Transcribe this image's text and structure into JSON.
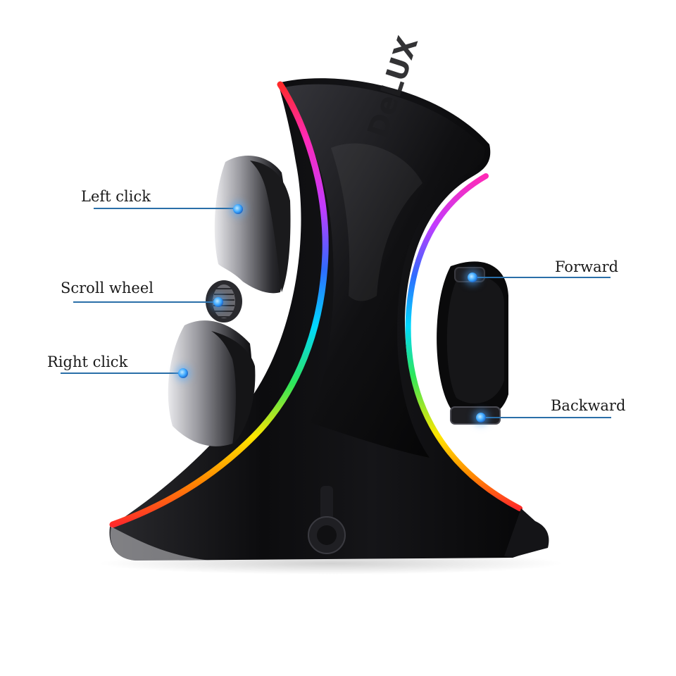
{
  "product": {
    "brand_logo_text": "DeLUX"
  },
  "callouts": {
    "left_click": "Left click",
    "scroll_wheel": "Scroll wheel",
    "right_click": "Right click",
    "forward": "Forward",
    "backward": "Backward"
  },
  "colors": {
    "leader_line": "#2a6fa8",
    "mouse_body": "#0b0b0d",
    "rgb_strip": [
      "#ff2a2a",
      "#ff8a00",
      "#ffe600",
      "#2ee65a",
      "#00d8ff",
      "#2f6bff",
      "#c23bff",
      "#ff2ab6"
    ]
  },
  "icons": {
    "button_markers": "glowing-dot-icon"
  }
}
